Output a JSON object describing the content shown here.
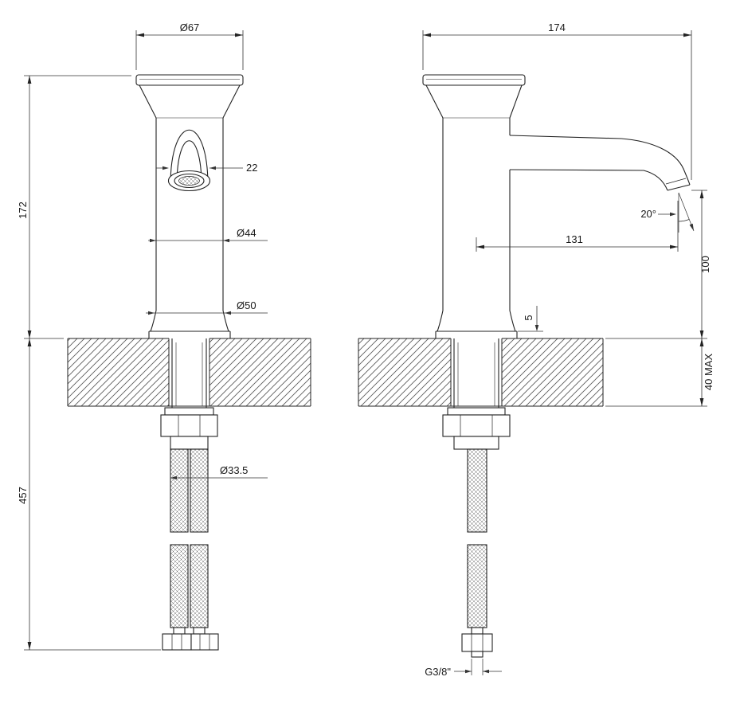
{
  "drawing": {
    "dims": {
      "dia67": "Ø67",
      "len174": "174",
      "h172": "172",
      "w22": "22",
      "dia44": "Ø44",
      "dia50": "Ø50",
      "ang20": "20°",
      "len131": "131",
      "h100": "100",
      "t5": "5",
      "max40": "40 MAX",
      "h457": "457",
      "dia335": "Ø33.5",
      "thread": "G3/8\""
    },
    "line_color": "#222222",
    "dim_color": "#333333"
  }
}
